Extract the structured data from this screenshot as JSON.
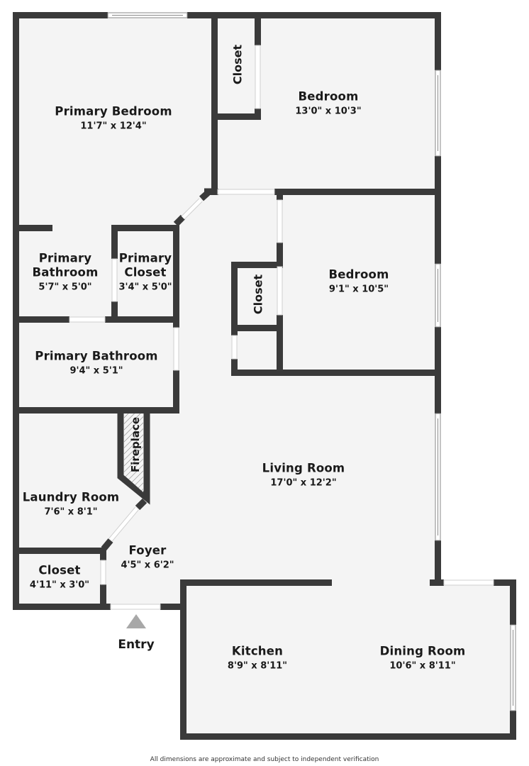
{
  "colors": {
    "wall": "#3a3a3a",
    "floor": "#f4f4f4",
    "background": "#ffffff",
    "opening": "#ffffff",
    "entry_marker": "#a8a8a8",
    "text": "#1a1a1a"
  },
  "rooms": [
    {
      "name": "Primary Bedroom",
      "dimensions": "11'7\" x 12'4\""
    },
    {
      "name": "Closet",
      "dimensions": ""
    },
    {
      "name": "Bedroom",
      "dimensions": "13'0\" x 10'3\""
    },
    {
      "name": "Primary Bathroom",
      "dimensions": "5'7\" x 5'0\"",
      "lines": [
        "Primary",
        "Bathroom"
      ]
    },
    {
      "name": "Primary Closet",
      "dimensions": "3'4\" x 5'0\"",
      "lines": [
        "Primary",
        "Closet"
      ]
    },
    {
      "name": "Closet",
      "dimensions": ""
    },
    {
      "name": "Bedroom",
      "dimensions": "9'1\" x 10'5\""
    },
    {
      "name": "Primary Bathroom",
      "dimensions": "9'4\" x 5'1\""
    },
    {
      "name": "Fireplace",
      "dimensions": ""
    },
    {
      "name": "Living Room",
      "dimensions": "17'0\" x 12'2\""
    },
    {
      "name": "Laundry Room",
      "dimensions": "7'6\" x 8'1\""
    },
    {
      "name": "Foyer",
      "dimensions": "4'5\" x 6'2\""
    },
    {
      "name": "Closet",
      "dimensions": "4'11\" x 3'0\""
    },
    {
      "name": "Kitchen",
      "dimensions": "8'9\" x 8'11\""
    },
    {
      "name": "Dining Room",
      "dimensions": "10'6\" x 8'11\""
    }
  ],
  "entry": {
    "label": "Entry",
    "icon": "triangle-up-icon"
  },
  "footer": {
    "disclaimer": "All dimensions are approximate and subject to independent verification"
  }
}
